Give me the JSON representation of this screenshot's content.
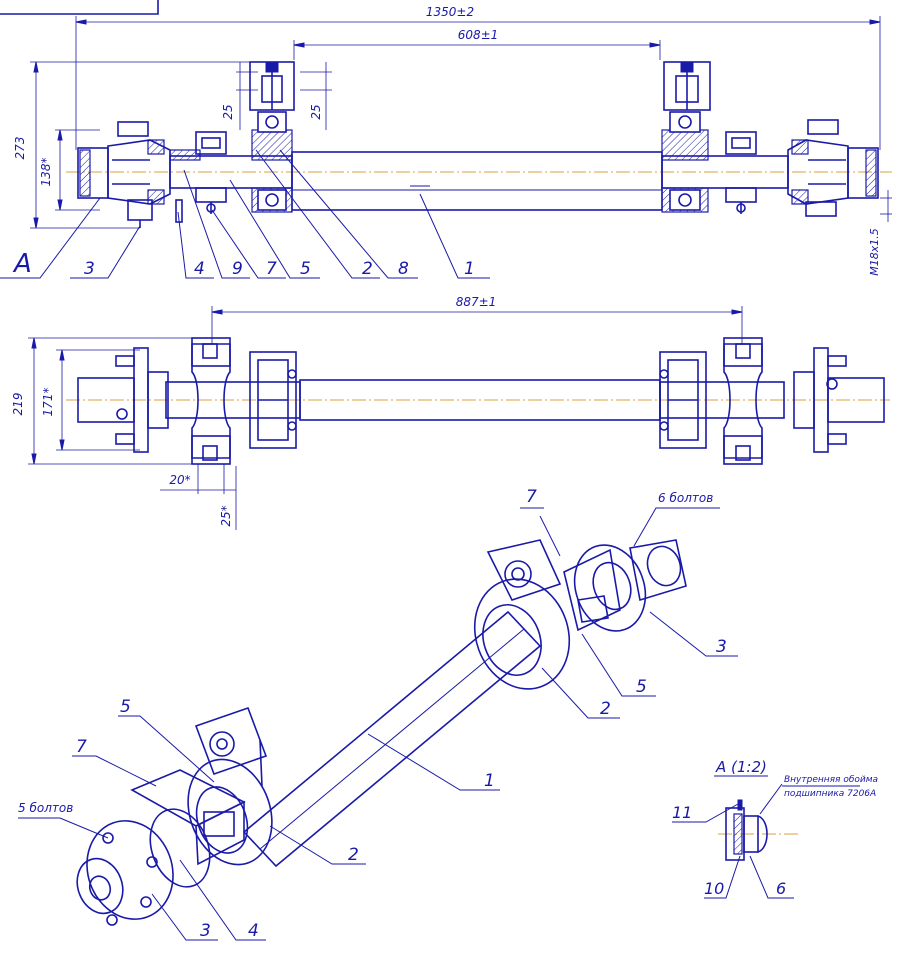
{
  "stamp": "",
  "dimensions": {
    "overall_length": "1350±2",
    "bearing_span": "608±1",
    "mount_span": "887±1",
    "height_273": "273",
    "hub_138": "138*",
    "flange_25_left": "25",
    "flange_25_right": "25",
    "thread": "M18x1.5",
    "height_219": "219",
    "hub_171": "171*",
    "offset_20": "20*",
    "offset_25": "25*"
  },
  "view_labels": {
    "section_a": "A",
    "detail_a": "A (1:2)"
  },
  "callouts_top": [
    "3",
    "4",
    "9",
    "7",
    "5",
    "2",
    "8",
    "1"
  ],
  "callouts_iso": {
    "p7_right": "7",
    "bolts6": "6 болтов",
    "p3_right": "3",
    "p5_right": "5",
    "p2_right": "2",
    "p1": "1",
    "p5_left": "5",
    "p7_left": "7",
    "bolts5": "5 болтов",
    "p2_left": "2",
    "p3_left": "3",
    "p4_left": "4"
  },
  "detail_callouts": {
    "p11": "11",
    "p10": "10",
    "p6": "6",
    "note_line1": "Внутренняя обойма",
    "note_line2": "подшипника 7206А"
  }
}
